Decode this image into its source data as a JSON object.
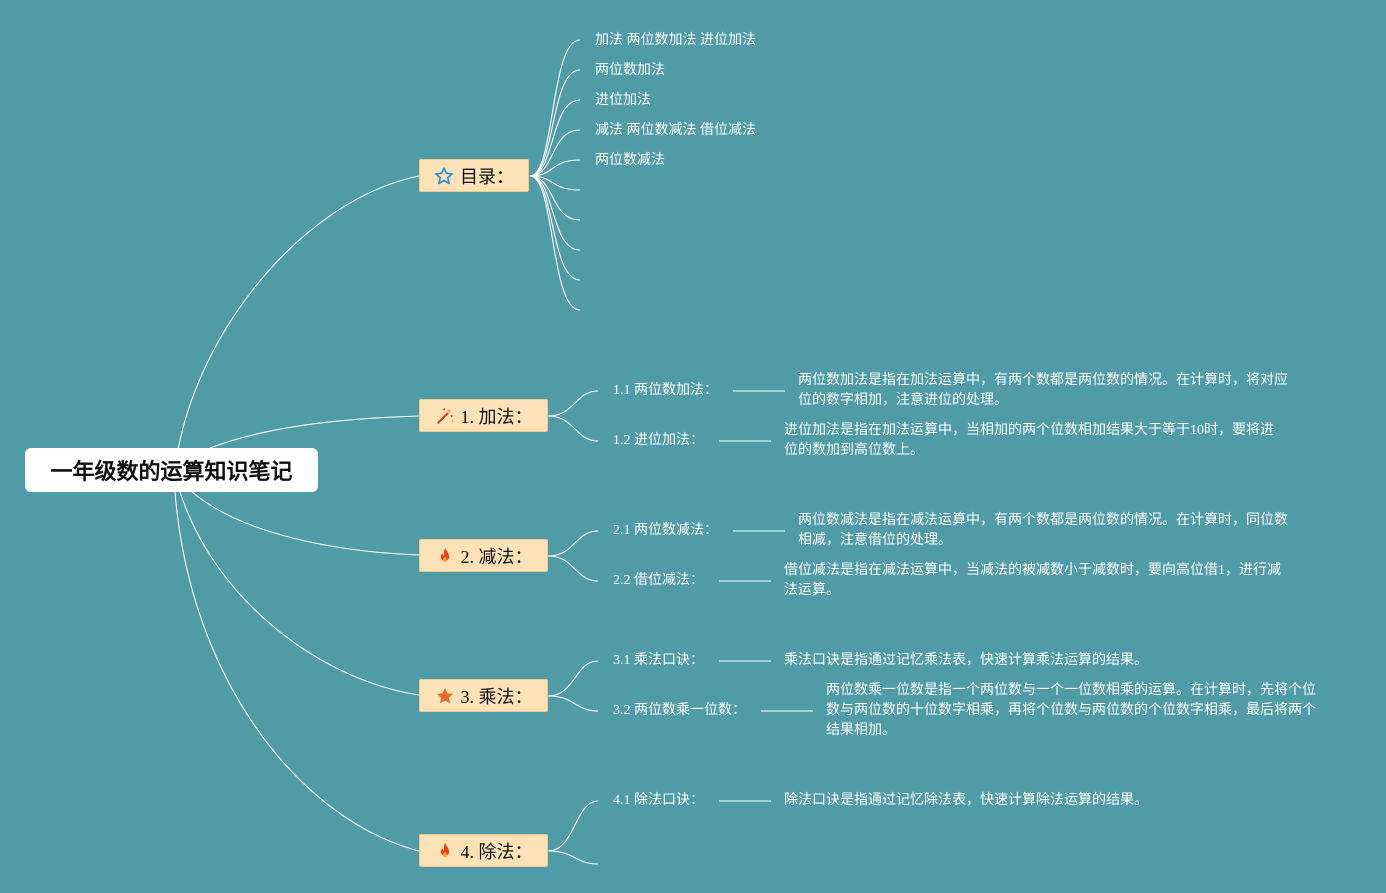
{
  "root": {
    "title": "一年级数的运算知识笔记"
  },
  "toc": {
    "label": "目录：",
    "icon": "star-outline-icon",
    "items": [
      "加法 两位数加法 进位加法",
      "两位数加法",
      "进位加法",
      "减法 两位数减法 借位减法",
      "两位数减法",
      "",
      "",
      "",
      "",
      ""
    ]
  },
  "sections": [
    {
      "label": "1. 加法：",
      "icon": "magic-wand-icon",
      "items": [
        {
          "title": "1.1 两位数加法：",
          "desc": "两位数加法是指在加法运算中，有两个数都是两位数的情况。在计算时，将对应位的数字相加，注意进位的处理。"
        },
        {
          "title": "1.2 进位加法：",
          "desc": "进位加法是指在加法运算中，当相加的两个位数相加结果大于等于10时，要将进位的数加到高位数上。"
        }
      ]
    },
    {
      "label": "2. 减法：",
      "icon": "fire-icon",
      "items": [
        {
          "title": "2.1 两位数减法：",
          "desc": "两位数减法是指在减法运算中，有两个数都是两位数的情况。在计算时，同位数相减，注意借位的处理。"
        },
        {
          "title": "2.2 借位减法：",
          "desc": "借位减法是指在减法运算中，当减法的被减数小于减数时，要向高位借1，进行减法运算。"
        }
      ]
    },
    {
      "label": "3. 乘法：",
      "icon": "star-filled-icon",
      "items": [
        {
          "title": "3.1 乘法口诀：",
          "desc": "乘法口诀是指通过记忆乘法表，快速计算乘法运算的结果。"
        },
        {
          "title": "3.2 两位数乘一位数：",
          "desc": "两位数乘一位数是指一个两位数与一个一位数相乘的运算。在计算时，先将个位数与两位数的十位数字相乘，再将个位数与两位数的个位数字相乘，最后将两个结果相加。"
        }
      ]
    },
    {
      "label": "4. 除法：",
      "icon": "fire-icon",
      "items": [
        {
          "title": "4.1 除法口诀：",
          "desc": "除法口诀是指通过记忆除法表，快速计算除法运算的结果。"
        },
        {
          "title": "",
          "desc": ""
        }
      ]
    }
  ],
  "colors": {
    "background": "#509ba8",
    "node_fill": "#fde2b8",
    "link": "#ffffff",
    "star_outline": "#2a8fd0",
    "star_filled": "#e86a2c",
    "fire": "#e8401c",
    "wand": "#d6332a"
  }
}
